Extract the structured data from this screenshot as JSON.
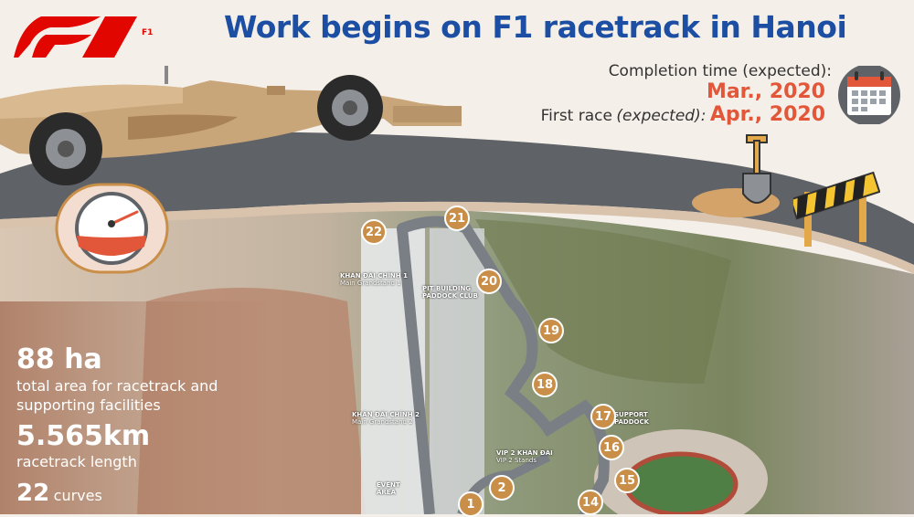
{
  "header": {
    "title": "Work begins on F1 racetrack in Hanoi",
    "completion_label": "Completion time (expected):",
    "completion_value": "Mar., 2020",
    "first_race_label": "First race",
    "first_race_qualifier": "(expected):",
    "first_race_value": "Apr., 2020"
  },
  "logo": {
    "text": "F1",
    "color": "#e10600"
  },
  "stats": {
    "area_value": "88 ha",
    "area_desc_line1": "total area for racetrack and",
    "area_desc_line2": "supporting facilities",
    "length_value": "5.565km",
    "length_desc": "racetrack length",
    "curves_value": "22",
    "curves_desc": "curves"
  },
  "map": {
    "labels": {
      "main_grandstand_1_vi": "KHÁN ĐÀI CHÍNH 1",
      "main_grandstand_1_en": "Main Grandstand 1",
      "main_grandstand_2_vi": "KHÁN ĐÀI CHÍNH 2",
      "main_grandstand_2_en": "Main Grandstand 2",
      "pit_building": "PIT BUILDING",
      "paddock_club": "PADDOCK CLUB",
      "support_paddock_1": "SUPPORT",
      "support_paddock_2": "PADDOCK",
      "vip2_vi": "VIP 2 KHÁN ĐÀI",
      "vip2_en": "VIP 2 Stands",
      "event_1": "EVENT",
      "event_2": "AREA"
    },
    "markers": [
      "22",
      "21",
      "20",
      "19",
      "18",
      "17",
      "16",
      "15",
      "14",
      "2",
      "1"
    ]
  },
  "colors": {
    "title": "#1c4fa3",
    "accent": "#e2573a",
    "road": "#5f6266",
    "marker": "#c98e47"
  },
  "icons": [
    "f1-logo-icon",
    "race-car-icon",
    "speedometer-icon",
    "calendar-icon",
    "shovel-icon",
    "barrier-icon"
  ]
}
